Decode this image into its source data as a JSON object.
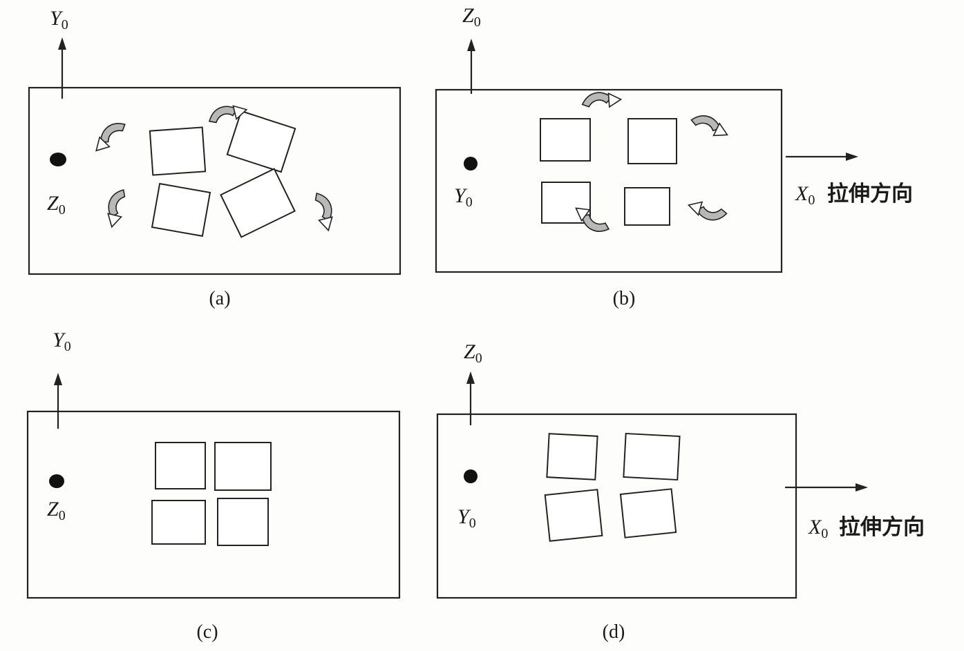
{
  "panels": [
    {
      "id": "a",
      "caption": "(a)",
      "up_axis": {
        "letter": "Y",
        "sub": "0"
      },
      "dot_axis": {
        "letter": "Z",
        "sub": "0"
      }
    },
    {
      "id": "b",
      "caption": "(b)",
      "up_axis": {
        "letter": "Z",
        "sub": "0"
      },
      "dot_axis": {
        "letter": "Y",
        "sub": "0"
      },
      "right_axis": {
        "letter": "X",
        "sub": "0",
        "text": "拉伸方向"
      }
    },
    {
      "id": "c",
      "caption": "(c)",
      "up_axis": {
        "letter": "Y",
        "sub": "0"
      },
      "dot_axis": {
        "letter": "Z",
        "sub": "0"
      }
    },
    {
      "id": "d",
      "caption": "(d)",
      "up_axis": {
        "letter": "Z",
        "sub": "0"
      },
      "dot_axis": {
        "letter": "Y",
        "sub": "0"
      },
      "right_axis": {
        "letter": "X",
        "sub": "0",
        "text": "拉伸方向"
      }
    }
  ],
  "colors": {
    "line": "#222222",
    "rotation_band": "#b8b8b8",
    "background": "#fdfdfb"
  },
  "icons": [
    "rotation-arrow-icon",
    "axis-arrow-icon",
    "axis-dot-icon"
  ]
}
